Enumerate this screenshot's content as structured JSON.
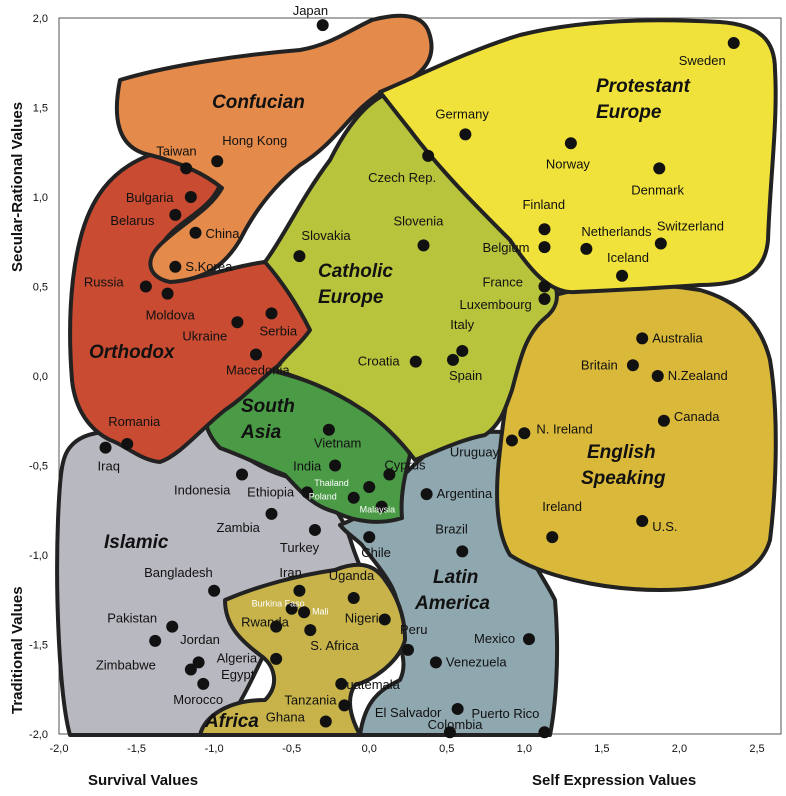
{
  "chart_data": {
    "type": "scatter",
    "xlabel_left": "Survival Values",
    "xlabel_right": "Self Expression Values",
    "ylabel_top": "Secular-Rational Values",
    "ylabel_bottom": "Traditional Values",
    "xlim": [
      -2.0,
      2.5
    ],
    "ylim": [
      -2.0,
      2.0
    ],
    "x_ticks": [
      "-2,0",
      "-1,5",
      "-1,0",
      "-0,5",
      "0,0",
      "0,5",
      "1,0",
      "1,5",
      "2,0",
      "2,5"
    ],
    "y_ticks": [
      "2,0",
      "1,5",
      "1,0",
      "0,5",
      "0,0",
      "-0,5",
      "-1,0",
      "-1,5",
      "-2,0"
    ],
    "regions": [
      {
        "name": "Confucian",
        "color": "#e48a4a"
      },
      {
        "name": "Protestant Europe",
        "color": "#f0e23a"
      },
      {
        "name": "Catholic Europe",
        "color": "#b8c43c"
      },
      {
        "name": "Orthodox",
        "color": "#c84b32"
      },
      {
        "name": "English Speaking",
        "color": "#d9b83a"
      },
      {
        "name": "South Asia",
        "color": "#4a9a46"
      },
      {
        "name": "Islamic",
        "color": "#b8b8c0"
      },
      {
        "name": "Latin America",
        "color": "#8fa8b0"
      },
      {
        "name": "Africa",
        "color": "#c7b34a"
      }
    ],
    "points": [
      {
        "name": "Japan",
        "x": -0.3,
        "y": 1.96
      },
      {
        "name": "Sweden",
        "x": 2.35,
        "y": 1.86
      },
      {
        "name": "Germany",
        "x": 0.62,
        "y": 1.35
      },
      {
        "name": "Norway",
        "x": 1.3,
        "y": 1.3
      },
      {
        "name": "Hong Kong",
        "x": -0.98,
        "y": 1.2
      },
      {
        "name": "Taiwan",
        "x": -1.18,
        "y": 1.16
      },
      {
        "name": "Czech Rep.",
        "x": 0.38,
        "y": 1.23
      },
      {
        "name": "Denmark",
        "x": 1.87,
        "y": 1.16
      },
      {
        "name": "Bulgaria",
        "x": -1.15,
        "y": 1.0
      },
      {
        "name": "Belarus",
        "x": -1.25,
        "y": 0.9
      },
      {
        "name": "China",
        "x": -1.12,
        "y": 0.8
      },
      {
        "name": "Finland",
        "x": 1.13,
        "y": 0.82
      },
      {
        "name": "Slovenia",
        "x": 0.35,
        "y": 0.73
      },
      {
        "name": "Belgium",
        "x": 1.13,
        "y": 0.72
      },
      {
        "name": "Netherlands",
        "x": 1.4,
        "y": 0.71
      },
      {
        "name": "Switzerland",
        "x": 1.88,
        "y": 0.74
      },
      {
        "name": "Slovakia",
        "x": -0.45,
        "y": 0.67
      },
      {
        "name": "S.Korea",
        "x": -1.25,
        "y": 0.61
      },
      {
        "name": "Iceland",
        "x": 1.63,
        "y": 0.56
      },
      {
        "name": "Russia",
        "x": -1.44,
        "y": 0.5
      },
      {
        "name": "France",
        "x": 1.13,
        "y": 0.5
      },
      {
        "name": "Moldova",
        "x": -1.3,
        "y": 0.46
      },
      {
        "name": "Luxembourg",
        "x": 1.13,
        "y": 0.43
      },
      {
        "name": "Serbia",
        "x": -0.63,
        "y": 0.35
      },
      {
        "name": "Ukraine",
        "x": -0.85,
        "y": 0.3
      },
      {
        "name": "Australia",
        "x": 1.76,
        "y": 0.21
      },
      {
        "name": "Italy",
        "x": 0.6,
        "y": 0.14
      },
      {
        "name": "Macedonia",
        "x": -0.73,
        "y": 0.12
      },
      {
        "name": "Croatia",
        "x": 0.3,
        "y": 0.08
      },
      {
        "name": "Spain",
        "x": 0.54,
        "y": 0.09
      },
      {
        "name": "Britain",
        "x": 1.7,
        "y": 0.06
      },
      {
        "name": "N.Zealand",
        "x": 1.86,
        "y": 0.0
      },
      {
        "name": "Canada",
        "x": 1.9,
        "y": -0.25
      },
      {
        "name": "Romania",
        "x": -1.56,
        "y": -0.38
      },
      {
        "name": "Iraq",
        "x": -1.7,
        "y": -0.4
      },
      {
        "name": "Vietnam",
        "x": -0.26,
        "y": -0.3
      },
      {
        "name": "N. Ireland",
        "x": 1.0,
        "y": -0.32
      },
      {
        "name": "Uruguay",
        "x": 0.92,
        "y": -0.36
      },
      {
        "name": "India",
        "x": -0.22,
        "y": -0.5
      },
      {
        "name": "Cyprus",
        "x": 0.13,
        "y": -0.55
      },
      {
        "name": "Indonesia",
        "x": -0.82,
        "y": -0.55
      },
      {
        "name": "Thailand",
        "x": 0.0,
        "y": -0.62
      },
      {
        "name": "Argentina",
        "x": 0.37,
        "y": -0.66
      },
      {
        "name": "Ethiopia",
        "x": -0.4,
        "y": -0.65
      },
      {
        "name": "Poland",
        "x": -0.1,
        "y": -0.68
      },
      {
        "name": "Malaysia",
        "x": 0.08,
        "y": -0.73
      },
      {
        "name": "Zambia",
        "x": -0.63,
        "y": -0.77
      },
      {
        "name": "Turkey",
        "x": -0.35,
        "y": -0.86
      },
      {
        "name": "Ireland",
        "x": 1.18,
        "y": -0.9
      },
      {
        "name": "U.S.",
        "x": 1.76,
        "y": -0.81
      },
      {
        "name": "Chile",
        "x": 0.0,
        "y": -0.9
      },
      {
        "name": "Brazil",
        "x": 0.6,
        "y": -0.98
      },
      {
        "name": "Bangladesh",
        "x": -1.0,
        "y": -1.2
      },
      {
        "name": "Iran",
        "x": -0.45,
        "y": -1.2
      },
      {
        "name": "Uganda",
        "x": -0.1,
        "y": -1.24
      },
      {
        "name": "Burkina Faso",
        "x": -0.5,
        "y": -1.3
      },
      {
        "name": "Mali",
        "x": -0.42,
        "y": -1.32
      },
      {
        "name": "Pakistan",
        "x": -1.27,
        "y": -1.4
      },
      {
        "name": "Rwanda",
        "x": -0.6,
        "y": -1.4
      },
      {
        "name": "Nigeria",
        "x": 0.1,
        "y": -1.36
      },
      {
        "name": "S. Africa",
        "x": -0.38,
        "y": -1.42
      },
      {
        "name": "Jordan",
        "x": -1.38,
        "y": -1.48
      },
      {
        "name": "Peru",
        "x": 0.25,
        "y": -1.53
      },
      {
        "name": "Mexico",
        "x": 1.03,
        "y": -1.47
      },
      {
        "name": "Algeria",
        "x": -1.1,
        "y": -1.6
      },
      {
        "name": "Zimbabwe",
        "x": -1.15,
        "y": -1.64
      },
      {
        "name": "Egypt",
        "x": -0.6,
        "y": -1.58
      },
      {
        "name": "Venezuela",
        "x": 0.43,
        "y": -1.6
      },
      {
        "name": "Morocco",
        "x": -1.07,
        "y": -1.72
      },
      {
        "name": "Guatemala",
        "x": -0.18,
        "y": -1.72
      },
      {
        "name": "Colombia",
        "x": 0.57,
        "y": -1.86
      },
      {
        "name": "Tanzania",
        "x": -0.16,
        "y": -1.84
      },
      {
        "name": "Ghana",
        "x": -0.28,
        "y": -1.93
      },
      {
        "name": "El Salvador",
        "x": 0.52,
        "y": -1.99
      },
      {
        "name": "Puerto Rico",
        "x": 1.13,
        "y": -1.99
      }
    ]
  }
}
